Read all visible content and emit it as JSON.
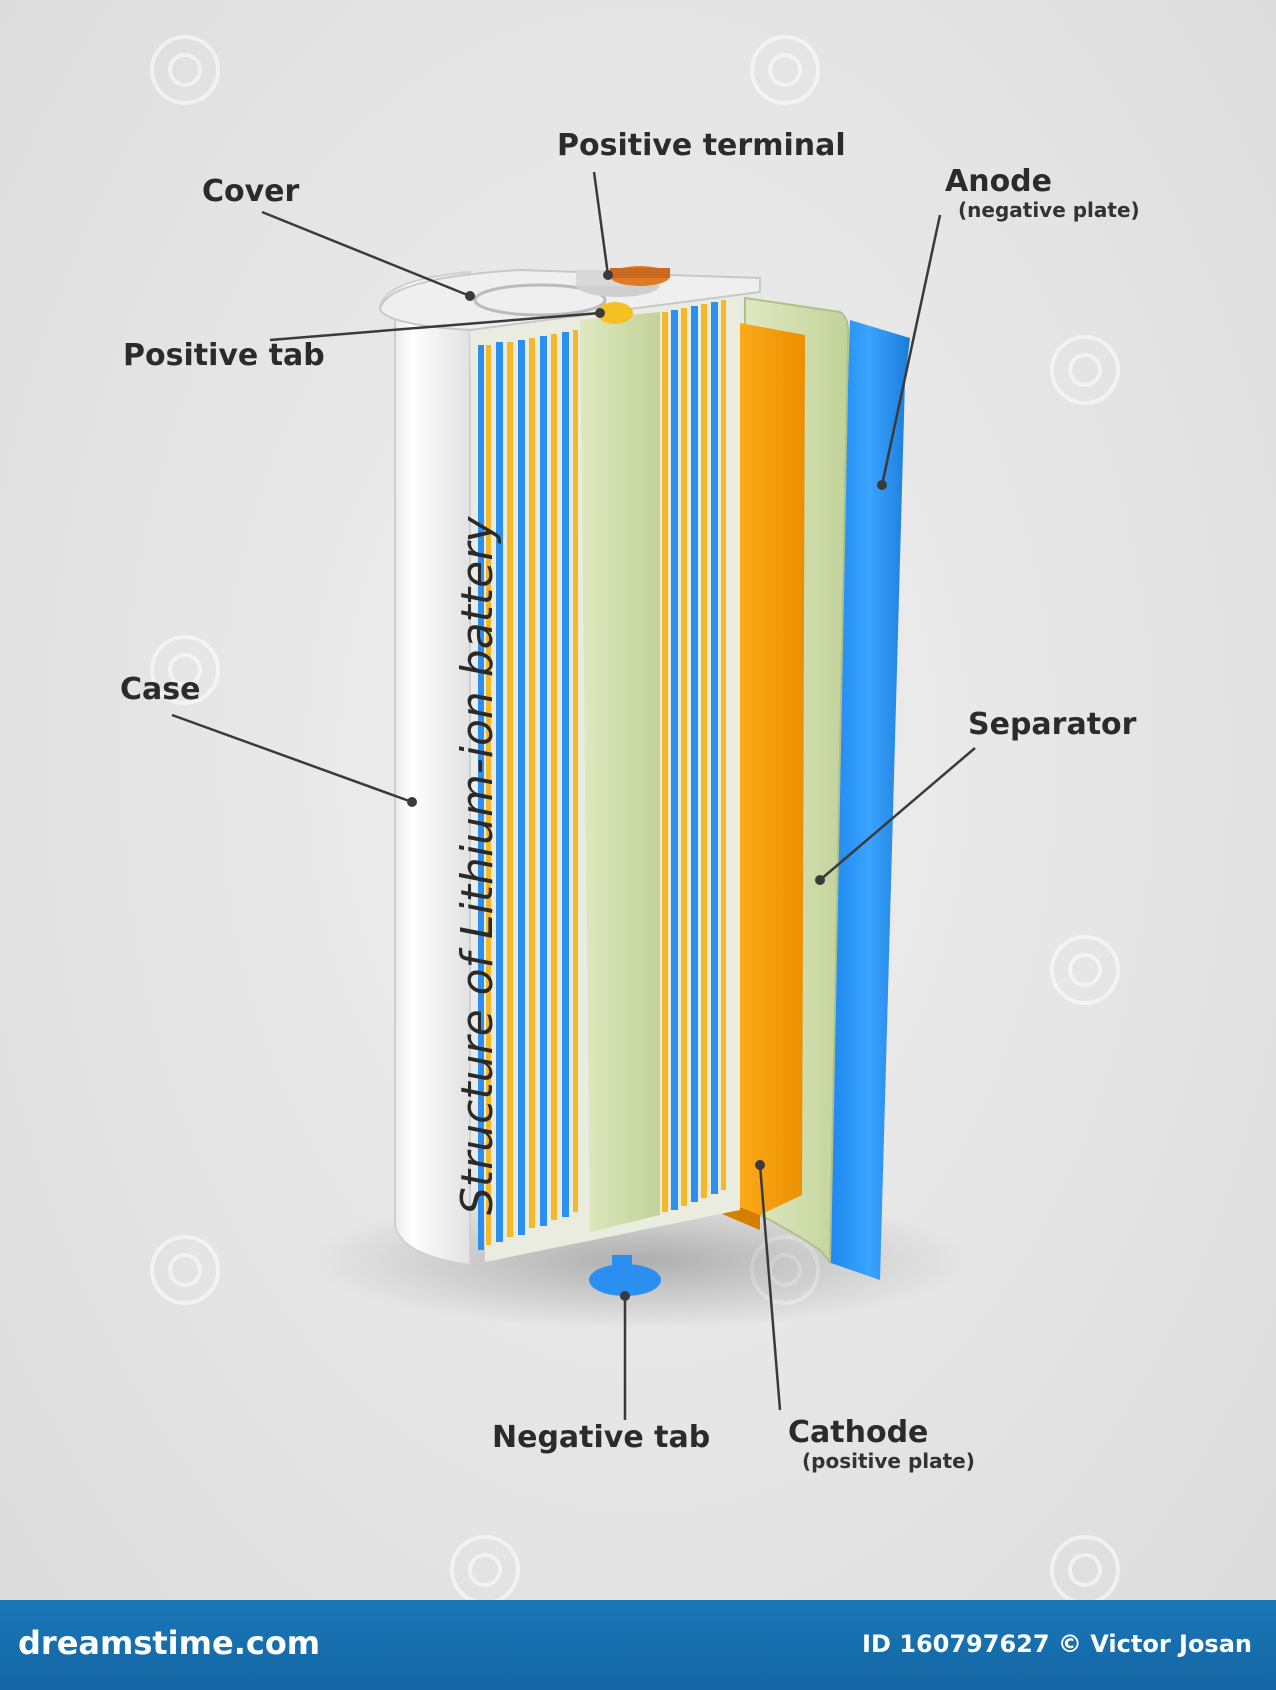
{
  "diagram": {
    "title": "Structure of Lithium-ion battery",
    "labels": {
      "positive_terminal": "Positive terminal",
      "cover": "Cover",
      "anode": "Anode",
      "anode_sub": "(negative plate)",
      "positive_tab": "Positive tab",
      "case": "Case",
      "separator": "Separator",
      "negative_tab": "Negative tab",
      "cathode": "Cathode",
      "cathode_sub": "(positive plate)"
    },
    "colors": {
      "anode_blue": "#2a8ff0",
      "cathode_orange": "#f5a20a",
      "separator_green": "#cfdcaa",
      "case_white": "#f4f4f4",
      "terminal_copper": "#c96a20"
    }
  },
  "footer": {
    "brand": "dreamstime.com",
    "credit": "ID 160797627 © Victor Josan"
  }
}
